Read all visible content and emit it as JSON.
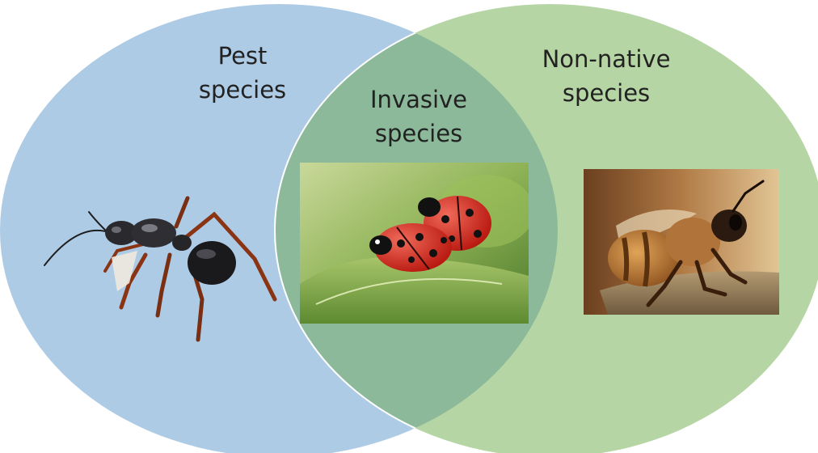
{
  "sets": [
    {
      "id": "pest",
      "lines": [
        "Pest",
        "species"
      ],
      "color": "#aecbe6"
    },
    {
      "id": "non_native",
      "lines": [
        "Non-native",
        "species"
      ],
      "color": "#b6d5a4"
    }
  ],
  "intersection": {
    "lines": [
      "Invasive",
      "species"
    ],
    "color": "#8cb99a"
  },
  "photos": [
    {
      "set": "pest",
      "icon": "ant-photo"
    },
    {
      "set": "intersection",
      "icon": "ladybug-photo"
    },
    {
      "set": "non_native",
      "icon": "honeybee-photo"
    }
  ],
  "outline_color": "#ffffff"
}
